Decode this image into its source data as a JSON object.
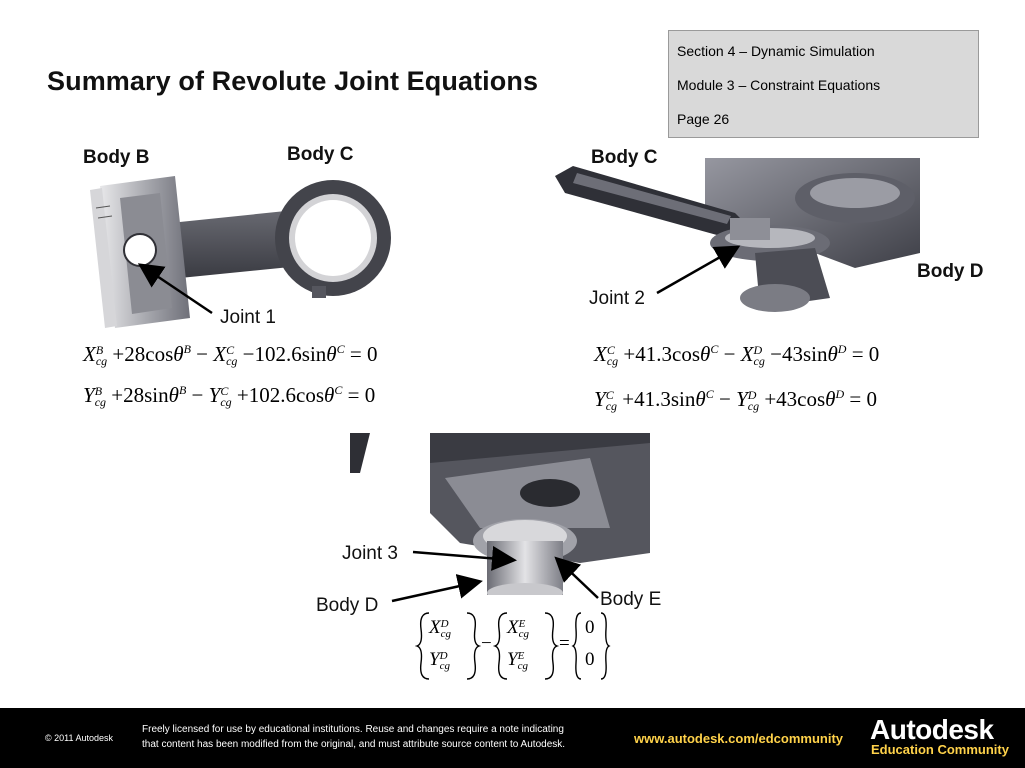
{
  "slide": {
    "title": "Summary of Revolute Joint Equations"
  },
  "info_box": {
    "section": "Section 4 – Dynamic Simulation",
    "module": "Module 3 – Constraint Equations",
    "page": "Page 26"
  },
  "labels": {
    "body_b": "Body B",
    "body_c_left": "Body C",
    "body_c_right": "Body C",
    "body_d_right": "Body D",
    "joint1": "Joint 1",
    "joint2": "Joint 2",
    "joint3": "Joint 3",
    "body_d_bottom": "Body D",
    "body_e": "Body E"
  },
  "equations": {
    "joint1": [
      {
        "v1": "X",
        "b1": "B",
        "c1": "28",
        "f1": "cos",
        "v2": "X",
        "b2": "C",
        "c2": "102.6",
        "f2": "sin",
        "s1": "+",
        "s2": "−",
        "s3": "−",
        "rhs": "0"
      },
      {
        "v1": "Y",
        "b1": "B",
        "c1": "28",
        "f1": "sin",
        "v2": "Y",
        "b2": "C",
        "c2": "102.6",
        "f2": "cos",
        "s1": "+",
        "s2": "−",
        "s3": "+",
        "rhs": "0"
      }
    ],
    "joint2": [
      {
        "v1": "X",
        "b1": "C",
        "c1": "41.3",
        "f1": "cos",
        "v2": "X",
        "b2": "D",
        "c2": "43",
        "f2": "sin",
        "s1": "+",
        "s2": "−",
        "s3": "−",
        "rhs": "0"
      },
      {
        "v1": "Y",
        "b1": "C",
        "c1": "41.3",
        "f1": "sin",
        "v2": "Y",
        "b2": "D",
        "c2": "43",
        "f2": "cos",
        "s1": "+",
        "s2": "−",
        "s3": "+",
        "rhs": "0"
      }
    ],
    "subscript": "cg",
    "theta": "θ",
    "joint3": {
      "left": [
        {
          "v": "X",
          "b": "D"
        },
        {
          "v": "Y",
          "b": "D"
        }
      ],
      "right": [
        {
          "v": "X",
          "b": "E"
        },
        {
          "v": "Y",
          "b": "E"
        }
      ],
      "minus": "−",
      "equals": "=",
      "rhs": [
        "0",
        "0"
      ]
    }
  },
  "footer": {
    "copyright": "© 2011 Autodesk",
    "license_line1": "Freely licensed for use by educational institutions. Reuse and changes require a note indicating",
    "license_line2": "that content has been modified from the original, and must attribute source content to Autodesk.",
    "url": "www.autodesk.com/edcommunity",
    "logo": "Autodesk",
    "logo_sub": "Education Community"
  },
  "colors": {
    "footer_bg": "#000000",
    "accent_yellow": "#ffd24a",
    "info_box_bg": "#d9d9d9",
    "metal_dark": "#4a4c55",
    "metal_light": "#c9c9cd"
  },
  "icons": [
    "piston-image",
    "connecting-rod-image",
    "crankshaft-image",
    "crankshaft-journal-image",
    "arrow-icon"
  ]
}
